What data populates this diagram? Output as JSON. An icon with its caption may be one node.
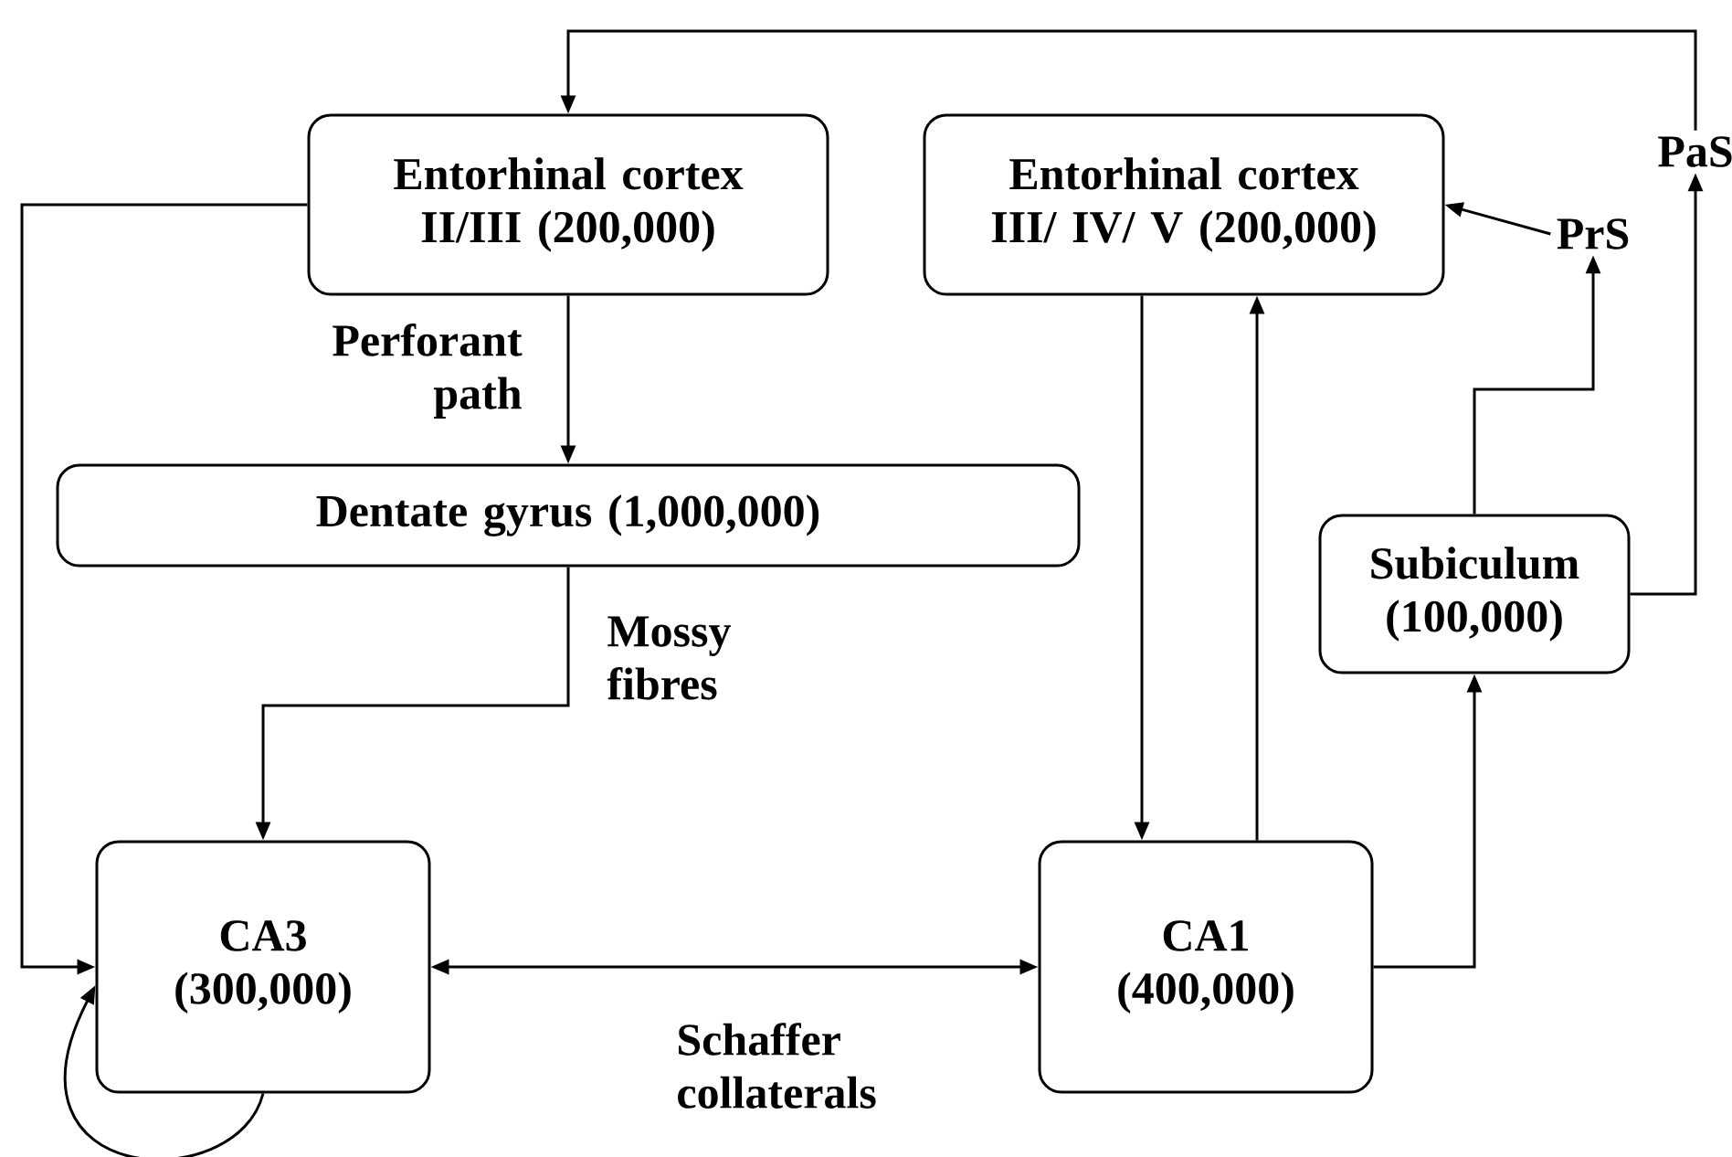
{
  "diagram": {
    "nodes": [
      {
        "text": [
          "Entorhinal cortex II/III (200,000)"
        ]
      },
      {
        "text": [
          "Entorhinal cortex III/ IV/ V (200,000)"
        ]
      },
      {
        "text": [
          "PrS"
        ]
      },
      {
        "text": [
          "PaS"
        ]
      },
      {
        "text": [
          "Dentate gyrus (1,000,000)"
        ]
      },
      {
        "text": [
          "Subiculum (100,000)"
        ]
      },
      {
        "text": [
          "CA3 (300,000)"
        ]
      },
      {
        "text": [
          "CA1 (400,000)"
        ]
      }
    ],
    "edges": [
      {
        "from": 3,
        "to": 0,
        "arrow": "to"
      },
      {
        "from": 2,
        "to": 1,
        "arrow": "to"
      },
      {
        "from": 0,
        "to": 4,
        "arrow": "to",
        "label": "Perforant path"
      },
      {
        "from": 4,
        "to": 6,
        "arrow": "to",
        "label": "Mossy fibres"
      },
      {
        "from": 0,
        "to": 6,
        "arrow": "to"
      },
      {
        "from": 6,
        "to": 6,
        "arrow": "to"
      },
      {
        "from": 6,
        "to": 7,
        "arrow": "both",
        "label": "Schaffer collaterals"
      },
      {
        "from": 1,
        "to": 7,
        "arrow": "to"
      },
      {
        "from": 7,
        "to": 1,
        "arrow": "to"
      },
      {
        "from": 7,
        "to": 5,
        "arrow": "to"
      },
      {
        "from": 5,
        "to": 2,
        "arrow": "to"
      },
      {
        "from": 5,
        "to": 3,
        "arrow": "to"
      }
    ]
  }
}
